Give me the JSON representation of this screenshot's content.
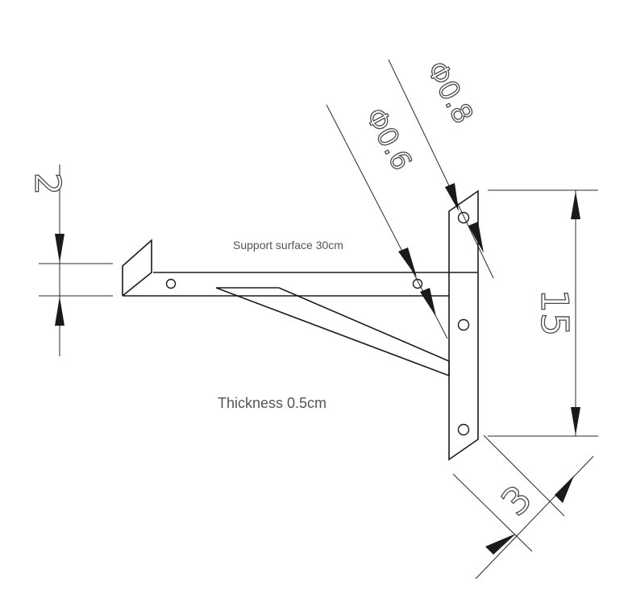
{
  "labels": {
    "support_surface": "Support surface 30cm",
    "thickness": "Thickness 0.5cm"
  },
  "dimensions": {
    "top_flange": "2",
    "height": "15",
    "width": "3",
    "hole_small": "Φ0.6",
    "hole_large": "Φ0.8"
  },
  "colors": {
    "line": "#1a1a1a",
    "label": "#555555",
    "dimension_outline": "#4a4a4a"
  }
}
